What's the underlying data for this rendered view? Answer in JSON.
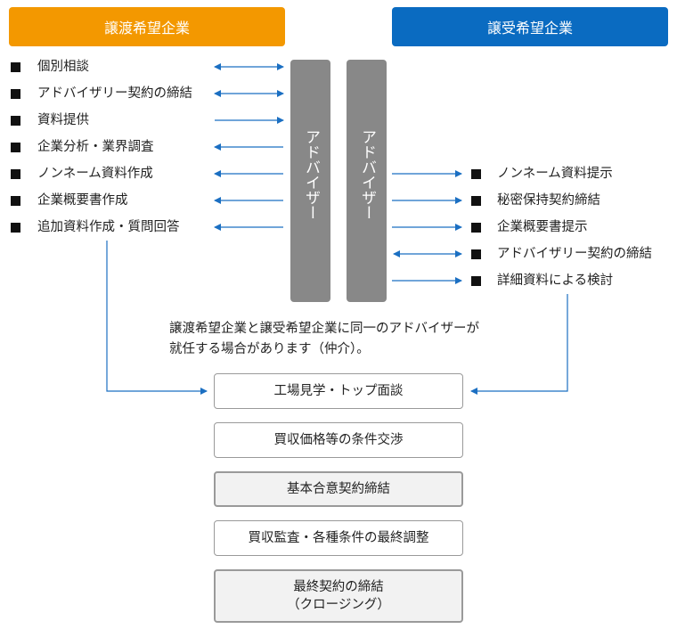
{
  "headers": {
    "seller": "譲渡希望企業",
    "buyer": "譲受希望企業"
  },
  "seller_steps": [
    "個別相談",
    "アドバイザリー契約の締結",
    "資料提供",
    "企業分析・業界調査",
    "ノンネーム資料作成",
    "企業概要書作成",
    "追加資料作成・質問回答"
  ],
  "buyer_steps": [
    "ノンネーム資料提示",
    "秘密保持契約締結",
    "企業概要書提示",
    "アドバイザリー契約の締結",
    "詳細資料による検討"
  ],
  "advisors": {
    "left": "アドバイザー",
    "right": "アドバイザー"
  },
  "note": {
    "line1": "譲渡希望企業と譲受希望企業に同一のアドバイザーが",
    "line2": "就任する場合があります（仲介）。"
  },
  "process": [
    {
      "line1": "工場見学・トップ面談",
      "line2": ""
    },
    {
      "line1": "買収価格等の条件交渉",
      "line2": ""
    },
    {
      "line1": "基本合意契約締結",
      "line2": ""
    },
    {
      "line1": "買収監査・各種条件の最終調整",
      "line2": ""
    },
    {
      "line1": "最終契約の締結",
      "line2": "（クロージング）"
    }
  ],
  "colors": {
    "seller_header": "#f39800",
    "buyer_header": "#0a6bc1",
    "arrow": "#1b6fc2",
    "advisor_bar": "#888888"
  }
}
